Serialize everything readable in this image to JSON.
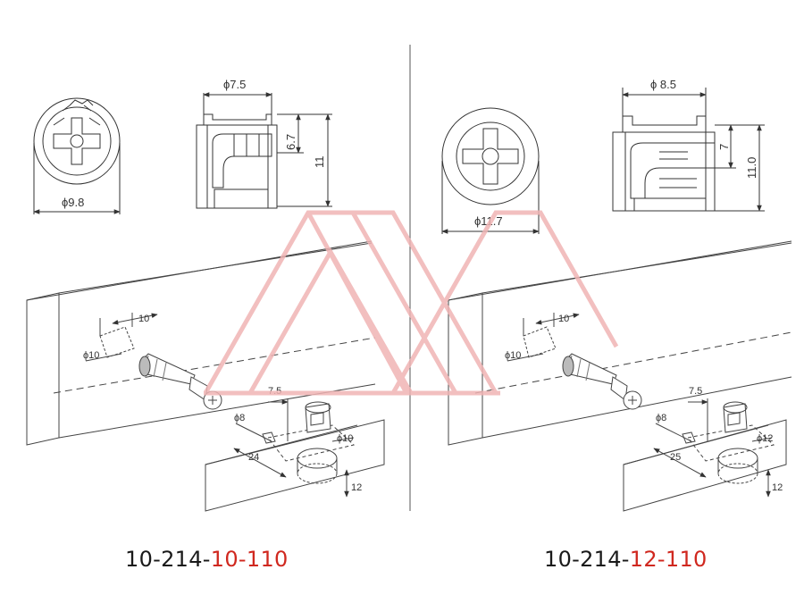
{
  "colors": {
    "accent": "#d0281f",
    "line": "#333333",
    "watermark": "#f0b4b4"
  },
  "watermark": {
    "icon": "x-logo-watermark"
  },
  "left": {
    "top_view_dia": "ϕ9.8",
    "side_width": "ϕ7.5",
    "side_inner_height": "6.7",
    "side_height": "11",
    "install": {
      "dowel_length": "10",
      "dowel_dia": "ϕ10",
      "offset": "7.5",
      "pin_dia": "ϕ8",
      "hole_dia": "ϕ10",
      "distance": "24",
      "depth": "12"
    },
    "code": {
      "prefix": "10-214-",
      "suffix": "10-110"
    }
  },
  "right": {
    "top_view_dia": "ϕ11.7",
    "side_width": "ϕ 8.5",
    "side_inner_height": "7",
    "side_height": "11.0",
    "install": {
      "dowel_length": "10",
      "dowel_dia": "ϕ10",
      "offset": "7.5",
      "pin_dia": "ϕ8",
      "hole_dia": "ϕ12",
      "distance": "25",
      "depth": "12"
    },
    "code": {
      "prefix": "10-214-",
      "suffix": "12-110"
    }
  }
}
